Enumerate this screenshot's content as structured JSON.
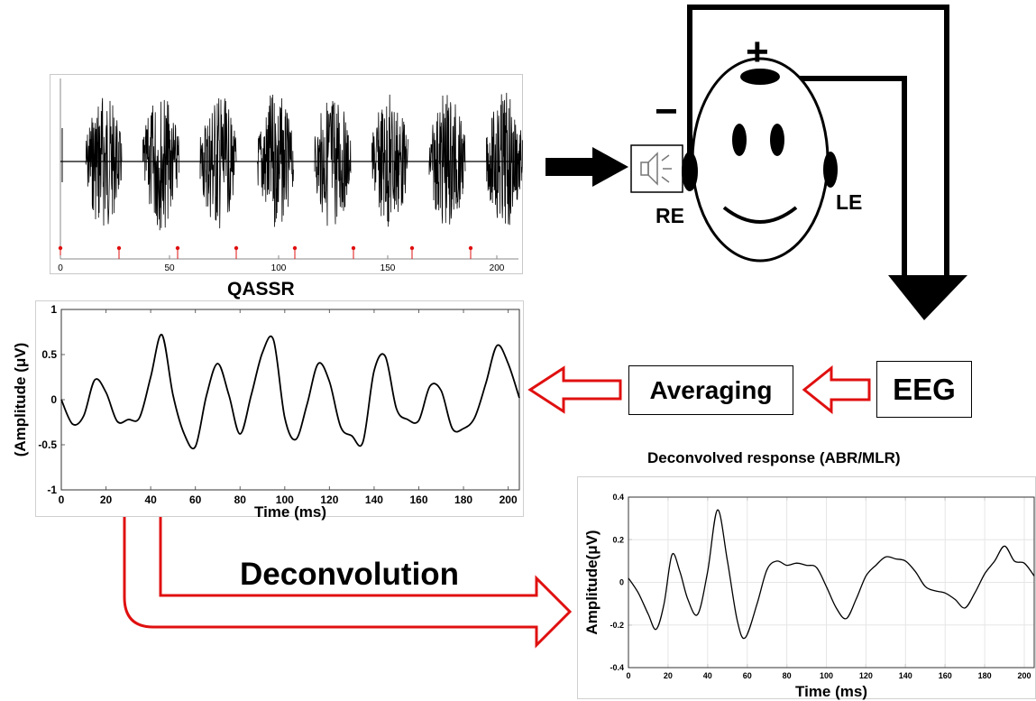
{
  "stimulus_panel": {
    "caption": "QASSR",
    "x_ticks": [
      "0",
      "50",
      "100",
      "150",
      "200"
    ],
    "burst_count": 8,
    "marker_color": "#e01010"
  },
  "head_diagram": {
    "plus_sign": "+",
    "minus_sign": "−",
    "right_ear_label": "RE",
    "left_ear_label": "LE"
  },
  "flow_boxes": {
    "eeg": "EEG",
    "averaging": "Averaging",
    "deconvolution": "Deconvolution"
  },
  "colors": {
    "arrow_red": "#e01010",
    "ink": "#000000"
  },
  "chart_data": [
    {
      "type": "line",
      "title": "",
      "xlabel": "Time (ms)",
      "ylabel": "(Amplitude  (μV)",
      "xlim": [
        0,
        205
      ],
      "ylim": [
        -1,
        1
      ],
      "x_ticks": [
        "0",
        "20",
        "40",
        "60",
        "80",
        "100",
        "120",
        "140",
        "160",
        "180",
        "200"
      ],
      "y_ticks": [
        "1",
        "0.5",
        "0",
        "-0.5",
        "-1"
      ],
      "x": [
        0,
        5,
        10,
        15,
        20,
        25,
        30,
        35,
        40,
        45,
        50,
        55,
        60,
        65,
        70,
        75,
        80,
        85,
        90,
        95,
        100,
        105,
        110,
        115,
        120,
        125,
        130,
        135,
        140,
        145,
        150,
        155,
        160,
        165,
        170,
        175,
        180,
        185,
        190,
        195,
        200,
        205
      ],
      "y": [
        0.0,
        -0.27,
        -0.18,
        0.22,
        0.08,
        -0.24,
        -0.22,
        -0.2,
        0.25,
        0.72,
        0.05,
        -0.38,
        -0.52,
        0.05,
        0.4,
        0.05,
        -0.38,
        0.05,
        0.52,
        0.66,
        -0.2,
        -0.44,
        -0.05,
        0.4,
        0.2,
        -0.3,
        -0.4,
        -0.47,
        0.32,
        0.48,
        -0.1,
        -0.22,
        -0.23,
        0.15,
        0.1,
        -0.32,
        -0.32,
        -0.2,
        0.18,
        0.6,
        0.4,
        0.02
      ]
    },
    {
      "type": "line",
      "title": "Deconvolved response (ABR/MLR)",
      "xlabel": "Time (ms)",
      "ylabel": "Amplitude(μV)",
      "xlim": [
        0,
        205
      ],
      "ylim": [
        -0.4,
        0.4
      ],
      "x_ticks": [
        "0",
        "20",
        "40",
        "60",
        "80",
        "100",
        "120",
        "140",
        "160",
        "180",
        "200"
      ],
      "y_ticks": [
        "0.4",
        "0.2",
        "0",
        "-0.2",
        "-0.4"
      ],
      "x": [
        0,
        5,
        10,
        14,
        18,
        22,
        26,
        30,
        35,
        40,
        45,
        50,
        55,
        59,
        65,
        70,
        75,
        80,
        85,
        90,
        95,
        100,
        105,
        110,
        115,
        120,
        125,
        130,
        135,
        140,
        145,
        150,
        155,
        160,
        165,
        170,
        175,
        180,
        185,
        190,
        195,
        200,
        205
      ],
      "y": [
        0.02,
        -0.05,
        -0.15,
        -0.22,
        -0.1,
        0.13,
        0.05,
        -0.08,
        -0.15,
        0.05,
        0.34,
        0.1,
        -0.18,
        -0.26,
        -0.1,
        0.06,
        0.1,
        0.08,
        0.09,
        0.08,
        0.07,
        -0.02,
        -0.12,
        -0.17,
        -0.08,
        0.03,
        0.08,
        0.12,
        0.11,
        0.1,
        0.05,
        -0.02,
        -0.04,
        -0.05,
        -0.08,
        -0.12,
        -0.05,
        0.04,
        0.1,
        0.17,
        0.1,
        0.09,
        0.03
      ]
    }
  ]
}
